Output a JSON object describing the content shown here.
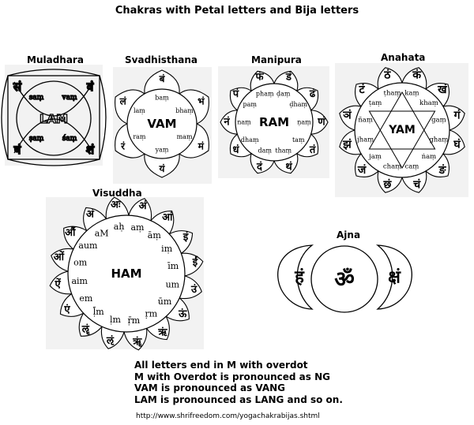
{
  "title": "Chakras with Petal letters and Bija letters",
  "chakras": {
    "muladhara": {
      "name": "Muladhara",
      "bija": "LAM",
      "petals": [
        "वं",
        "शं",
        "षं",
        "सं"
      ],
      "petal_translit": [
        "vaṃ",
        "śaṃ",
        "ṣaṃ",
        "saṃ"
      ]
    },
    "svadhisthana": {
      "name": "Svadhisthana",
      "bija": "VAM",
      "petals": [
        "बं",
        "भं",
        "मं",
        "यं",
        "रं",
        "लं"
      ],
      "petal_translit": [
        "baṃ",
        "bhaṃ",
        "maṃ",
        "yaṃ",
        "raṃ",
        "laṃ"
      ]
    },
    "manipura": {
      "name": "Manipura",
      "bija": "RAM",
      "petals": [
        "डं",
        "ढं",
        "णं",
        "तं",
        "थं",
        "दं",
        "धं",
        "नं",
        "पं",
        "फं"
      ],
      "petal_translit": [
        "ḍaṃ",
        "ḍhaṃ",
        "ṇaṃ",
        "taṃ",
        "thaṃ",
        "daṃ",
        "dhaṃ",
        "naṃ",
        "paṃ",
        "phaṃ"
      ]
    },
    "anahata": {
      "name": "Anahata",
      "bija": "YAM",
      "petals": [
        "कं",
        "खं",
        "गं",
        "घं",
        "ङं",
        "चं",
        "छं",
        "जं",
        "झं",
        "ञं",
        "टं",
        "ठं"
      ],
      "petal_translit": [
        "kaṃ",
        "khaṃ",
        "gaṃ",
        "ghaṃ",
        "ṅaṃ",
        "caṃ",
        "chaṃ",
        "jaṃ",
        "jhaṃ",
        "ñaṃ",
        "ṭaṃ",
        "ṭhaṃ"
      ]
    },
    "visuddha": {
      "name": "Visuddha",
      "bija": "HAM",
      "petals": [
        "अः",
        "अं",
        "आं",
        "इं",
        "ईं",
        "उं",
        "ऊं",
        "ऋं",
        "ॠं",
        "ऌं",
        "ॡं",
        "एं",
        "ऐं",
        "ओं",
        "औं",
        "अं"
      ],
      "petal_translit": [
        "aḥ",
        "aṃ",
        "āṃ",
        "iṃ",
        "īm",
        "um",
        "ūm",
        "ṛm",
        "ṝm",
        "ḷm",
        "ḹm",
        "em",
        "aim",
        "om",
        "aum",
        "aM"
      ]
    },
    "ajna": {
      "name": "Ajna",
      "bija": "ॐ",
      "petals": [
        "हं",
        "क्षं"
      ]
    }
  },
  "notes": [
    "All letters end in M with overdot",
    "M with Overdot is pronounced as NG",
    "VAM is pronounced as VANG",
    "LAM is pronounced as LANG and so on."
  ],
  "url": "http://www.shrifreedom.com/yogachakrabijas.shtml"
}
